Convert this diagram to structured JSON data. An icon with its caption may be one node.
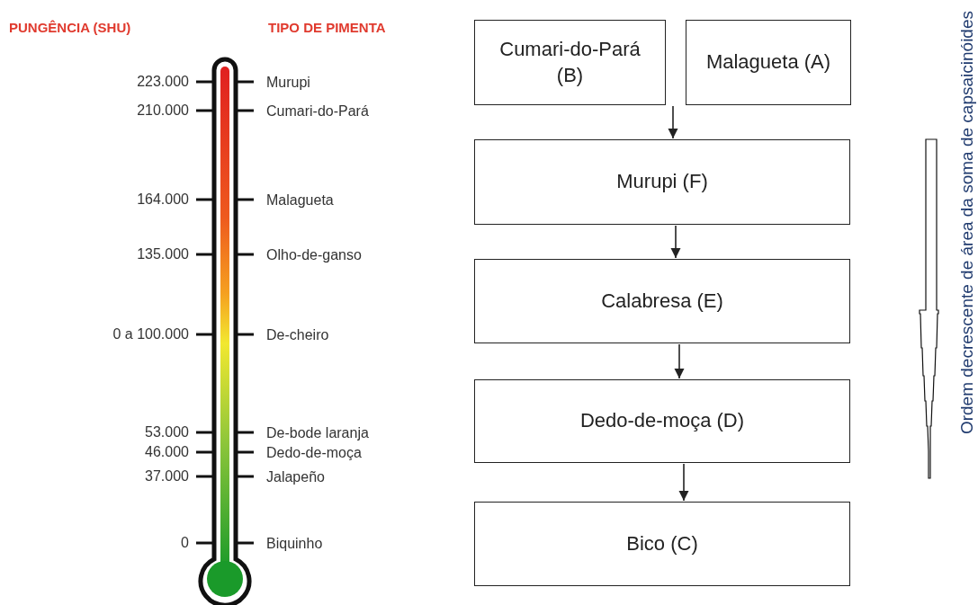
{
  "diagram": {
    "nodes": [
      {
        "text": [
          "Cumari-do-Pará (B)"
        ]
      },
      {
        "text": [
          "Malagueta (A)"
        ]
      },
      {
        "text": [
          "Murupi (F)"
        ]
      },
      {
        "text": [
          "Calabresa (E)"
        ]
      },
      {
        "text": [
          "Dedo-de-moça (D)"
        ]
      },
      {
        "text": [
          "Bico (C)"
        ]
      }
    ],
    "edges": [
      {
        "from": 0,
        "to": 2,
        "arrow": "to"
      },
      {
        "from": 2,
        "to": 3,
        "arrow": "to"
      },
      {
        "from": 3,
        "to": 4,
        "arrow": "to"
      },
      {
        "from": 4,
        "to": 5,
        "arrow": "to"
      }
    ],
    "labels": [
      "PUNGÊNCIA (SHU)",
      "TIPO DE PIMENTA",
      "223.000",
      "Murupi",
      "210.000",
      "Cumari-do-Pará",
      "164.000",
      "Malagueta",
      "135.000",
      "Olho-de-ganso",
      "0 a 100.000",
      "De-cheiro",
      "53.000",
      "De-bode laranja",
      "46.000",
      "Dedo-de-moça",
      "37.000",
      "Jalapeño",
      "0",
      "Biquinho",
      "Ordem decrescente de área da soma de capsaicinóides"
    ]
  }
}
